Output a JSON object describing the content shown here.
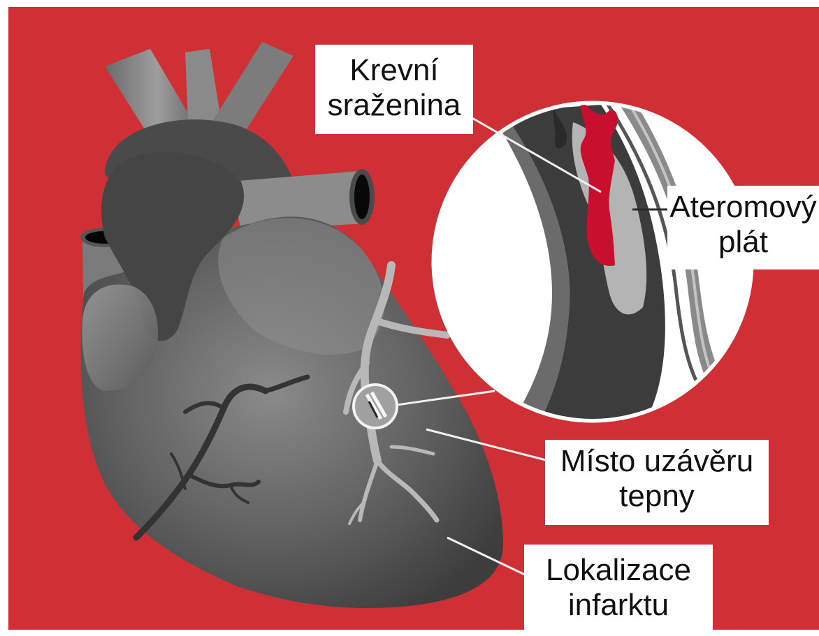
{
  "colors": {
    "background": "#cf3035",
    "frame": "#ffffff",
    "heart_dark": "#3a3a3a",
    "heart_mid": "#6e6e6e",
    "heart_light": "#a8a8a8",
    "clot": "#c8102e",
    "label_bg": "#ffffff",
    "label_text": "#111111"
  },
  "labels": {
    "clot": {
      "line1": "Krevní",
      "line2": "sraženina"
    },
    "plaque": {
      "line1": "Ateromový",
      "line2": "plát"
    },
    "occlusion": {
      "line1": "Místo uzávěru",
      "line2": "tepny"
    },
    "infarct": {
      "line1": "Lokalizace",
      "line2": "infarktu"
    }
  }
}
